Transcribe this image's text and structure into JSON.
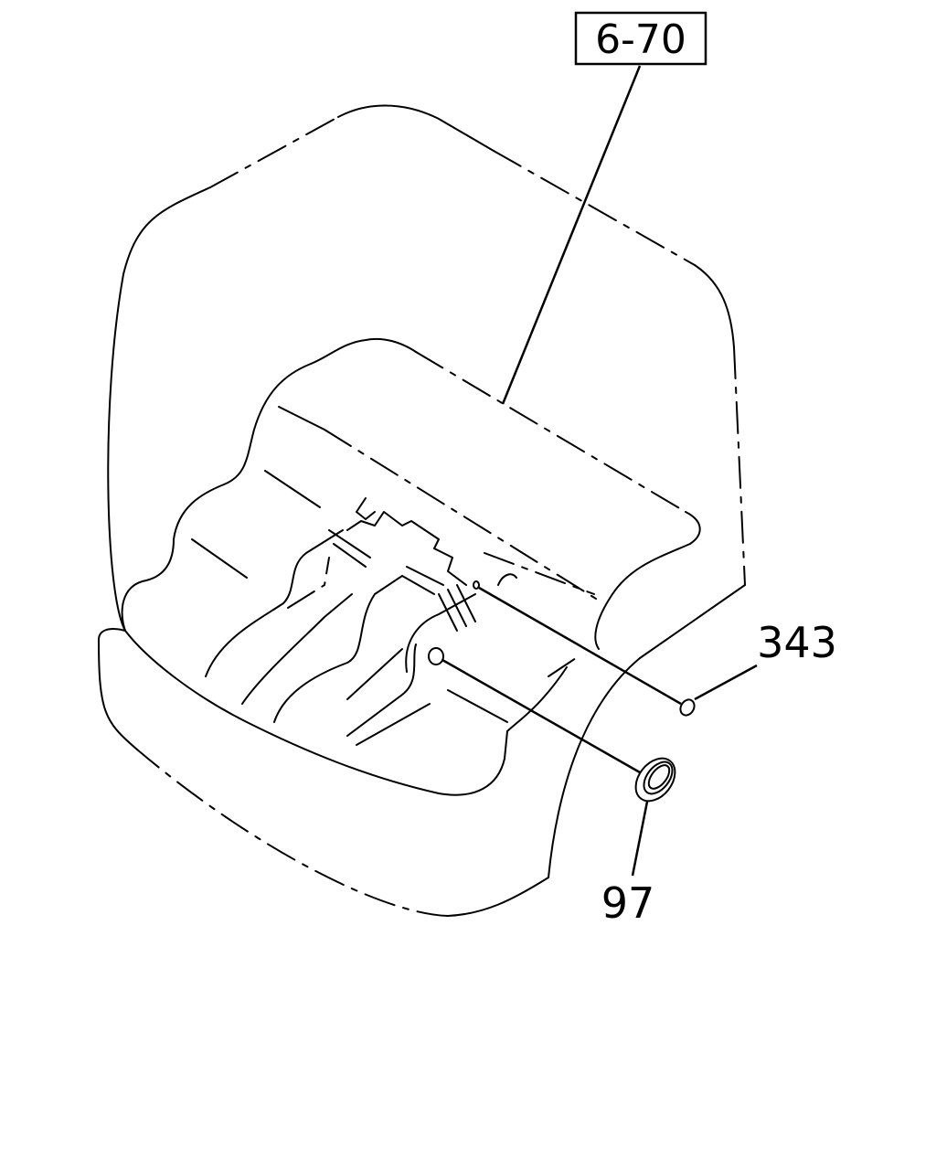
{
  "reference": {
    "label": "6-70"
  },
  "callouts": [
    {
      "id": "o-ring",
      "label": "343"
    },
    {
      "id": "grommet",
      "label": "97"
    }
  ],
  "parts": {
    "outer_cover": "engine-cover-outline",
    "inner_housing": "head-cover-body"
  }
}
